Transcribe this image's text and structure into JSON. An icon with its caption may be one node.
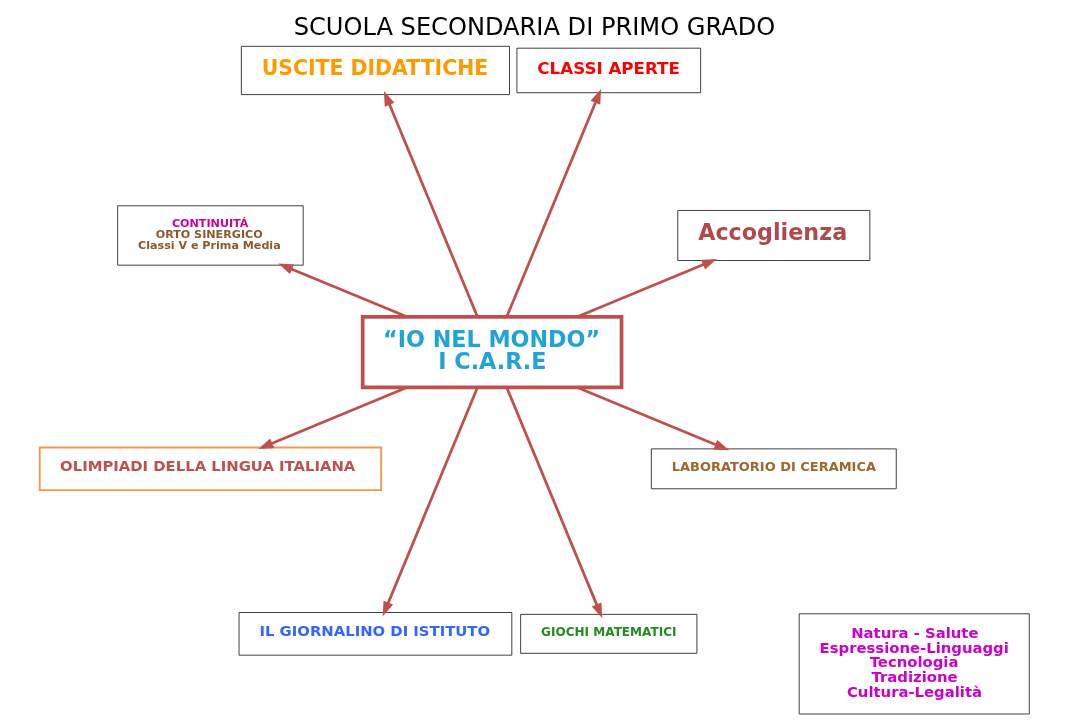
{
  "diagram": {
    "title": "SCUOLA SECONDARIA DI PRIMO GRADO",
    "nodes": [
      {
        "text": [
          "“IO NEL MONDO”",
          "I C.A.R.E"
        ]
      },
      {
        "text": [
          "Natura - Salute",
          "Espressione-Linguaggi",
          "Tecnologia",
          "Tradizione",
          "Cultura-Legalità"
        ]
      },
      {
        "text": [
          "Accoglienza"
        ]
      },
      {
        "text": [
          "CLASSI APERTE"
        ]
      },
      {
        "text": [
          "USCITE DIDATTICHE"
        ]
      },
      {
        "text": [
          "CONTINUITÁ",
          "ORTO SINERGICO",
          "Classi V e Prima Media"
        ]
      },
      {
        "text": [
          "OLIMPIADI DELLA LINGUA ITALIANA"
        ]
      },
      {
        "text": [
          "IL GIORNALINO DI ISTITUTO"
        ]
      },
      {
        "text": [
          "GIOCHI MATEMATICI"
        ]
      },
      {
        "text": [
          "LABORATORIO DI CERAMICA"
        ]
      }
    ],
    "edges": [
      {
        "from": 0,
        "to": 2,
        "arrow": "to"
      },
      {
        "from": 0,
        "to": 3,
        "arrow": "to"
      },
      {
        "from": 0,
        "to": 4,
        "arrow": "to"
      },
      {
        "from": 0,
        "to": 5,
        "arrow": "to"
      },
      {
        "from": 0,
        "to": 6,
        "arrow": "to"
      },
      {
        "from": 0,
        "to": 7,
        "arrow": "to"
      },
      {
        "from": 0,
        "to": 8,
        "arrow": "to"
      },
      {
        "from": 0,
        "to": 9,
        "arrow": "to"
      }
    ]
  }
}
